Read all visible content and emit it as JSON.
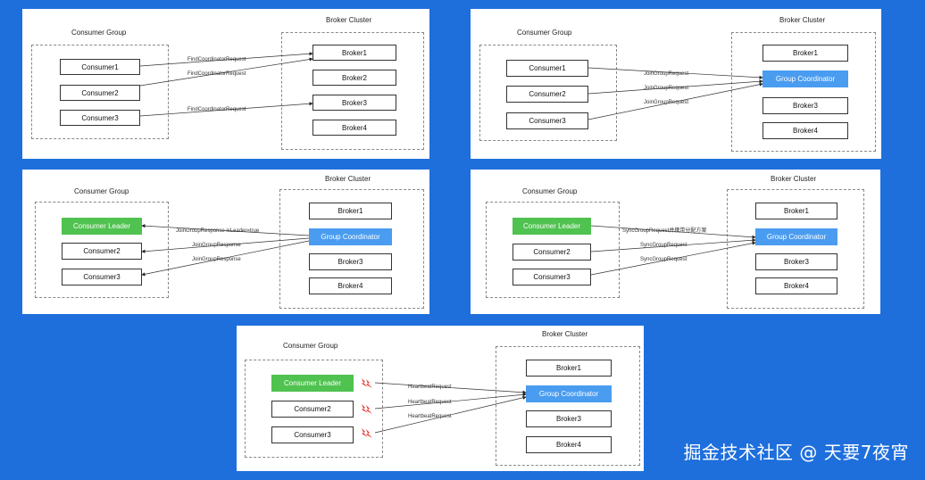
{
  "panels": [
    {
      "consumer_group_title": "Consumer Group",
      "broker_cluster_title": "Broker Cluster",
      "consumers": [
        "Consumer1",
        "Consumer2",
        "Consumer3"
      ],
      "brokers": [
        "Broker1",
        "Broker2",
        "Broker3",
        "Broker4"
      ],
      "arrows": [
        "FindCoordinatorRequest",
        "FindCoordinatorRequest",
        "FindCoordinatorRequest"
      ]
    },
    {
      "consumer_group_title": "Consumer Group",
      "broker_cluster_title": "Broker Cluster",
      "consumers": [
        "Consumer1",
        "Consumer2",
        "Consumer3"
      ],
      "brokers": [
        "Broker1",
        "Group Coordinator",
        "Broker3",
        "Broker4"
      ],
      "arrows": [
        "JoinGroupRequest",
        "JoinGroupRequest",
        "JoinGroupRequest"
      ]
    },
    {
      "consumer_group_title": "Consumer Group",
      "broker_cluster_title": "Broker Cluster",
      "consumers": [
        "Consumer Leader",
        "Consumer2",
        "Consumer3"
      ],
      "brokers": [
        "Broker1",
        "Group Coordinator",
        "Broker3",
        "Broker4"
      ],
      "arrows": [
        "JoinGroupResponse isLeader=true",
        "JoinGroupResponse",
        "JoinGroupResponse"
      ]
    },
    {
      "consumer_group_title": "Consumer Group",
      "broker_cluster_title": "Broker Cluster",
      "consumers": [
        "Consumer Leader",
        "Consumer2",
        "Consumer3"
      ],
      "brokers": [
        "Broker1",
        "Group Coordinator",
        "Broker3",
        "Broker4"
      ],
      "arrows": [
        "SyncGroupRequest并携带分配方案",
        "SyncGroupRequest",
        "SyncGroupRequest"
      ]
    },
    {
      "consumer_group_title": "Consumer Group",
      "broker_cluster_title": "Broker Cluster",
      "consumers": [
        "Consumer Leader",
        "Consumer2",
        "Consumer3"
      ],
      "brokers": [
        "Broker1",
        "Group Coordinator",
        "Broker3",
        "Broker4"
      ],
      "arrows": [
        "HeartbeatRequest",
        "HeartbeatRequest",
        "HeartbeatRequest"
      ]
    }
  ],
  "watermark": "掘金技术社区 @ 天要7夜宵",
  "colors": {
    "background": "#1e6fdc",
    "leader": "#4fc24f",
    "coordinator": "#4a9cf0"
  },
  "icons": [
    "lightning-icon"
  ]
}
